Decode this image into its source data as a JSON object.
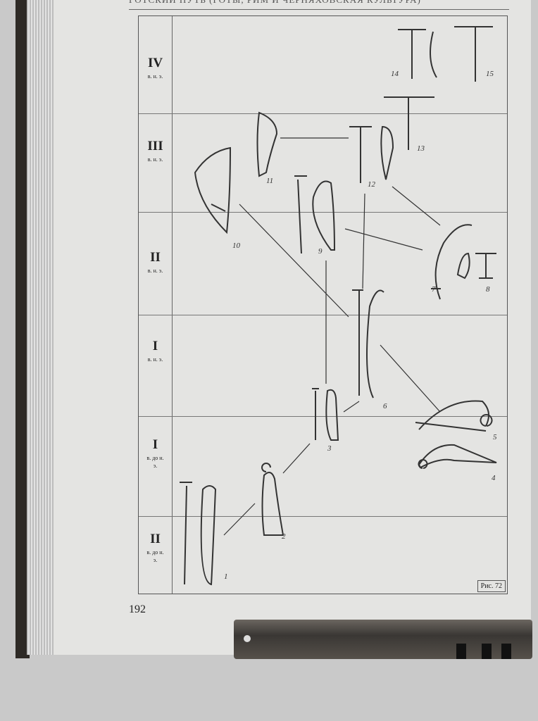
{
  "header": {
    "running_title": "ГОТСКИЙ ПУТЬ (ГОТЫ, РИМ И ЧЕРНЯХОВСКАЯ КУЛЬТУРА)"
  },
  "rows": [
    {
      "century": "IV",
      "era": "в. н. э."
    },
    {
      "century": "III",
      "era": "в. н. э."
    },
    {
      "century": "II",
      "era": "в. н. э."
    },
    {
      "century": "I",
      "era": "в. н. э."
    },
    {
      "century": "I",
      "era": "в. до н. э."
    },
    {
      "century": "II",
      "era": "в. до н. э."
    }
  ],
  "fibula_numbers": [
    "1",
    "2",
    "3",
    "4",
    "5",
    "6",
    "7",
    "8",
    "9",
    "10",
    "11",
    "12",
    "13",
    "14",
    "15"
  ],
  "figure_label": "Рис. 72",
  "page_number": "192"
}
